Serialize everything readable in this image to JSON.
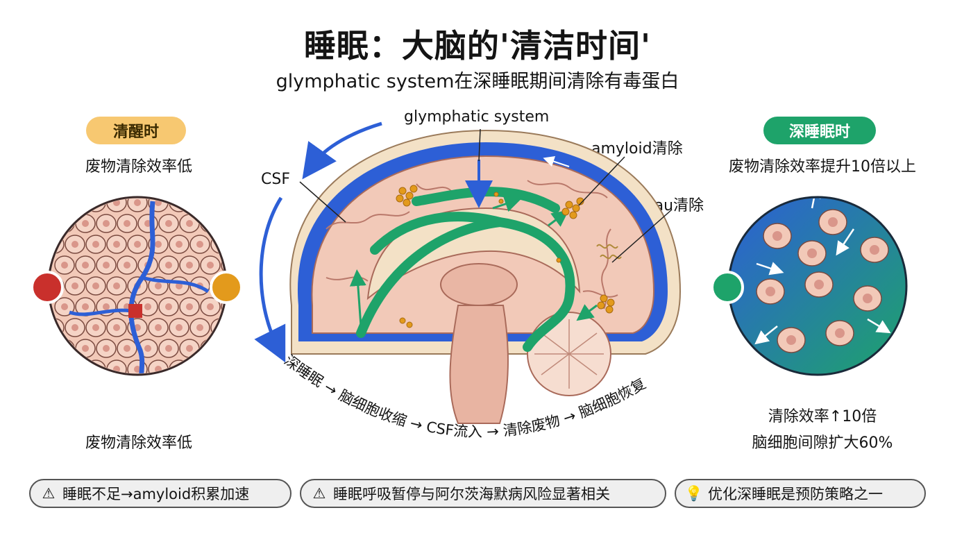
{
  "title": "睡眠：大脑的'清洁时间'",
  "subtitle": "glymphatic system在深睡眠期间清除有毒蛋白",
  "left_panel": {
    "badge": "清醒时",
    "caption_top": "废物清除效率低",
    "caption_bottom": "废物清除效率低",
    "accent_colors": [
      "#c9302c",
      "#e39a1c"
    ]
  },
  "right_panel": {
    "badge": "深睡眠时",
    "caption_top": "废物清除效率提升10倍以上",
    "stat_1": "清除效率↑10倍",
    "stat_2": "脑细胞间隙扩大60%",
    "accent_color": "#1ea36a"
  },
  "brain_labels": {
    "glymphatic": "glymphatic system",
    "csf": "CSF",
    "amyloid": "amyloid清除",
    "tau": "tau清除"
  },
  "process_steps": [
    "深睡眠",
    "脑细胞收缩",
    "CSF流入",
    "清除废物",
    "脑细胞恢复"
  ],
  "arrow_glyph": "→",
  "warnings": [
    {
      "icon": "warning-icon",
      "glyph": "⚠",
      "text": "睡眠不足→amyloid积累加速"
    },
    {
      "icon": "warning-icon",
      "glyph": "⚠",
      "text": "睡眠呼吸暂停与阿尔茨海默病风险显著相关"
    },
    {
      "icon": "lightbulb-icon",
      "glyph": "💡",
      "text": "优化深睡眠是预防策略之一"
    }
  ],
  "colors": {
    "csf_blue": "#2d5fd6",
    "flow_green": "#1ea36a",
    "brain_pink": "#f2c9b8",
    "protein_orange": "#e39a1c",
    "awake_yellow": "#f7c871"
  }
}
